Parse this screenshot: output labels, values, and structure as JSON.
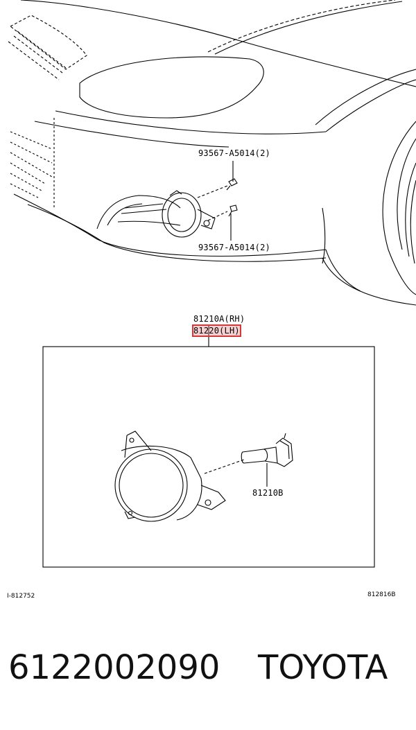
{
  "labels": {
    "bolt_upper": "93567-A5014(2)",
    "bolt_lower": "93567-A5014(2)",
    "lamp_rh": "81210A(RH)",
    "lamp_lh": "81220(LH)",
    "bulb": "81210B"
  },
  "corner_codes": {
    "left": "I-812752",
    "right": "812816B"
  },
  "footer": {
    "part_number": "6122002090",
    "brand": "TOYOTA"
  },
  "colors": {
    "highlight": "#d23a3a"
  }
}
